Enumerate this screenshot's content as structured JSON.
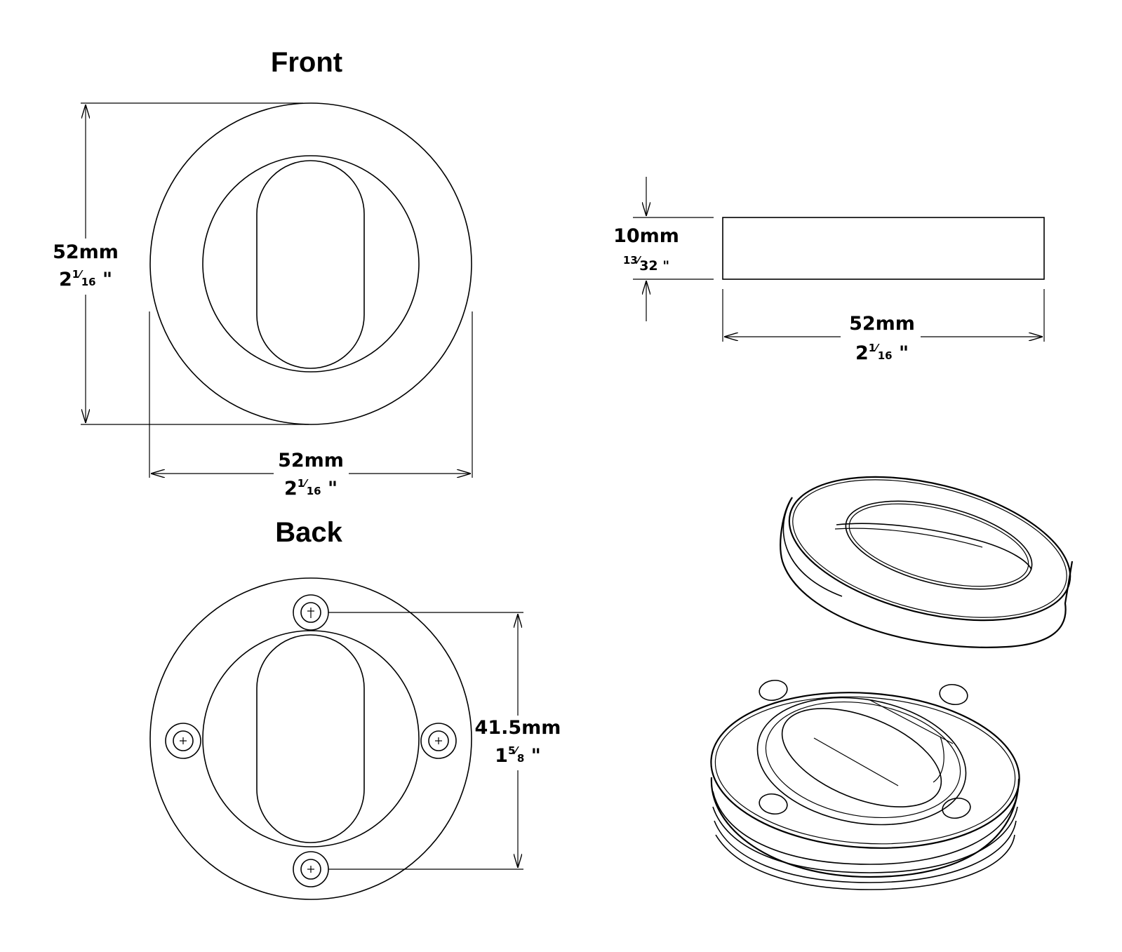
{
  "views": {
    "front": {
      "title": "Front"
    },
    "back": {
      "title": "Back"
    }
  },
  "dimensions": {
    "front_height": {
      "metric": "52mm",
      "whole": "2",
      "num": "1",
      "den": "16",
      "unit": "\""
    },
    "front_width": {
      "metric": "52mm",
      "whole": "2",
      "num": "1",
      "den": "16",
      "unit": "\""
    },
    "side_thickness": {
      "metric": "10mm",
      "num": "13",
      "den": "32",
      "unit": "\""
    },
    "side_width": {
      "metric": "52mm",
      "whole": "2",
      "num": "1",
      "den": "16",
      "unit": "\""
    },
    "back_hole_spacing": {
      "metric": "41.5mm",
      "whole": "1",
      "num": "5",
      "den": "8",
      "unit": "\""
    }
  }
}
